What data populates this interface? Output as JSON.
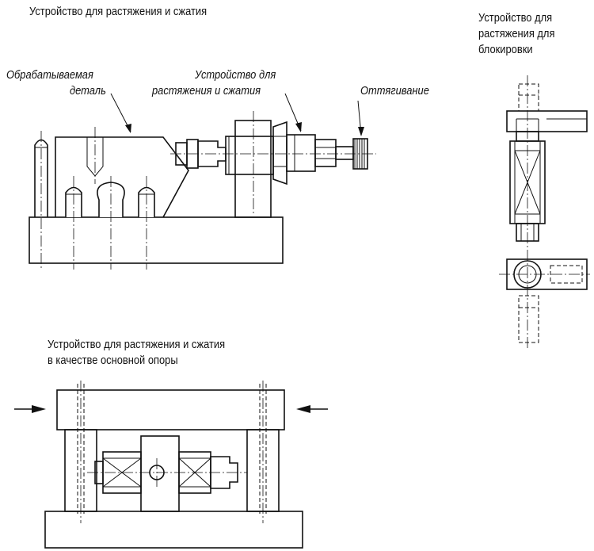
{
  "labels": {
    "title_main": "Устройство для растяжения и сжатия",
    "title_lock_l1": "Устройство для",
    "title_lock_l2": "растяжения для",
    "title_lock_l3": "блокировки",
    "workpiece_l1": "Обрабатываемая",
    "workpiece_l2": "деталь",
    "device_l1": "Устройство для",
    "device_l2": "растяжения и сжатия",
    "pull": "Оттягивание",
    "support_l1": "Устройство для растяжения и сжатия",
    "support_l2": "в качестве основной опоры"
  }
}
